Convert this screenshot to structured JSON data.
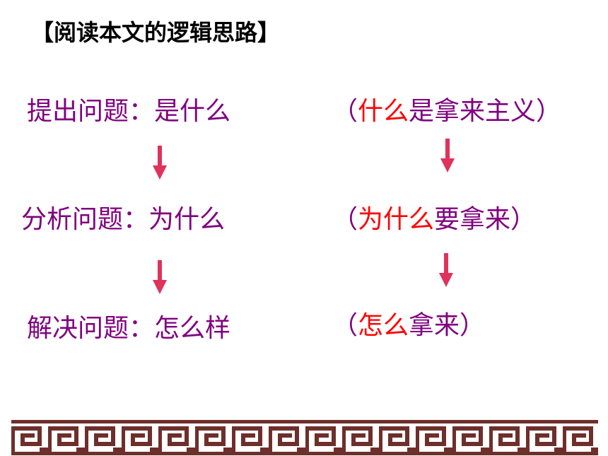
{
  "title": "【阅读本文的逻辑思路】",
  "steps": [
    {
      "label": "提出问题：是什么",
      "paren_open": "（",
      "highlight": "什么",
      "rest": "是拿来主义",
      "paren_close": "）"
    },
    {
      "label": "分析问题：为什么",
      "paren_open": "（",
      "highlight": "为什么",
      "rest": "要拿来",
      "paren_close": "）"
    },
    {
      "label": "解决问题：怎么样",
      "paren_open": "（",
      "highlight": "怎么",
      "rest": "拿来",
      "paren_close": "）"
    }
  ],
  "colors": {
    "step_text": "#800080",
    "highlight": "#ff0000",
    "arrow": "#e0325a",
    "border": "#6e2f2b"
  },
  "icons": {
    "arrow": "arrow-down-icon",
    "border": "greek-key-border"
  }
}
